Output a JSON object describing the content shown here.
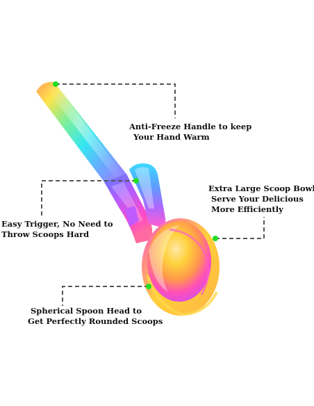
{
  "callouts": {
    "handle": {
      "line1": "Anti-Freeze Handle to keep",
      "line2": "Your Hand Warm"
    },
    "bowl": {
      "line1": "Extra Large Scoop Bowl",
      "line2": "Serve Your Delicious",
      "line3": "More Efficiently"
    },
    "trigger": {
      "line1": "Easy Trigger, No Need to",
      "line2": "Throw Scoops Hard"
    },
    "head": {
      "line1": "Spherical Spoon Head to",
      "line2": "Get Perfectly Rounded Scoops"
    }
  },
  "colors": {
    "leader_line": "#555555",
    "marker_dot": "#22dd22",
    "rainbow": [
      "#ff5cd6",
      "#ffd23d",
      "#3df0e0",
      "#8a6bff",
      "#ff3fb5",
      "#ffe54d"
    ]
  },
  "product": "rainbow ice cream scoop with trigger"
}
